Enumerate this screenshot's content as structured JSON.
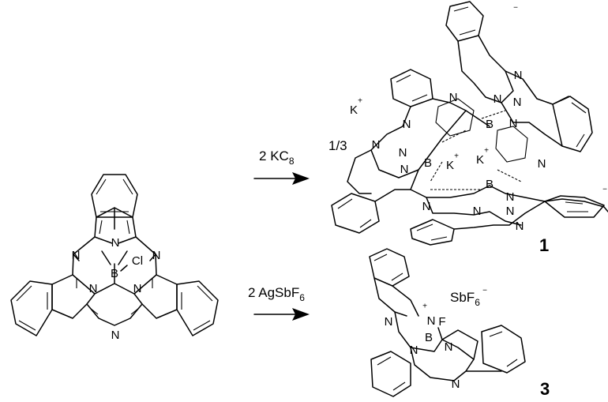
{
  "reactant": {
    "atoms": {
      "nitrogen": "N",
      "boron": "B",
      "chlorine": "Cl"
    }
  },
  "reaction_top": {
    "reagent_count": "2",
    "reagent_formula": "KC",
    "reagent_subscript": "8"
  },
  "reaction_bottom": {
    "reagent_count": "2",
    "reagent_formula": "AgSbF",
    "reagent_subscript": "6"
  },
  "product_1": {
    "label": "1",
    "cation": "K",
    "cation_charge": "+",
    "fraction": "1/3",
    "anion_charge": "−",
    "atoms": {
      "nitrogen": "N",
      "boron": "B"
    }
  },
  "product_3": {
    "label": "3",
    "counter_ion": "SbF",
    "counter_ion_subscript": "6",
    "counter_ion_charge": "−",
    "cation_charge": "+",
    "atoms": {
      "nitrogen": "N",
      "boron": "B",
      "fluorine": "F"
    }
  },
  "colors": {
    "ink": "#000000",
    "background": "#ffffff"
  }
}
